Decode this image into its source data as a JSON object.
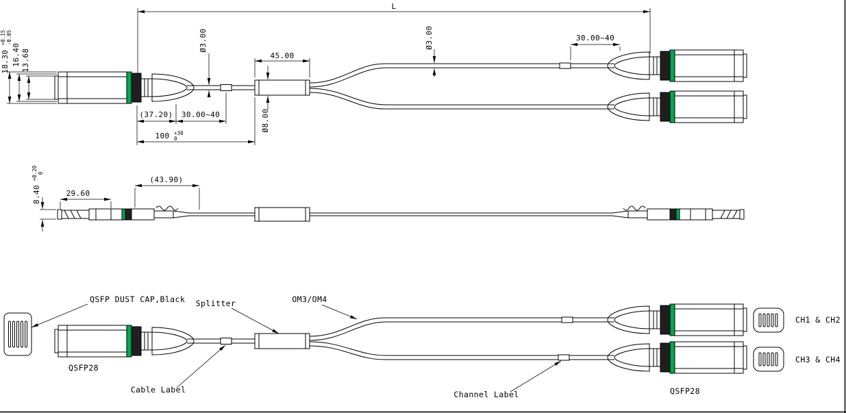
{
  "colors": {
    "green": "#00a651",
    "dark": "#1f1f1f",
    "line": "#000000",
    "background": "#ffffff"
  },
  "top_view": {
    "overall_length": "L",
    "cable_dia_left": "Ø3.00",
    "splitter_length": "45.00",
    "cable_dia_right": "Ø3.00",
    "label_offset_right": "30.00~40",
    "width_overall": "18.30",
    "width_overall_tol_up": "+0.15",
    "width_overall_tol_dn": "-0.05",
    "width_mid": "16.40",
    "width_inner": "13.68",
    "connector_length": "(37.20)",
    "label_offset_left": "30.00~40",
    "breakout_length": "100",
    "breakout_tol_up": "+30",
    "breakout_tol_dn": "0",
    "splitter_dia": "Ø8.00"
  },
  "side_view": {
    "height": "8.40",
    "height_tol_up": "+0.20",
    "height_tol_dn": "0",
    "nose_length": "29.60",
    "connector_length": "(43.90)"
  },
  "bottom_view": {
    "dust_cap_label": "QSFP DUST CAP,Black",
    "splitter_label": "Splitter",
    "fiber_label": "OM3/OM4",
    "cable_label": "Cable Label",
    "channel_label": "Channel Label",
    "connector_left_label": "QSFP28",
    "connector_right_label": "QSFP28",
    "channels_upper": "CH1 & CH2",
    "channels_lower": "CH3 & CH4"
  }
}
